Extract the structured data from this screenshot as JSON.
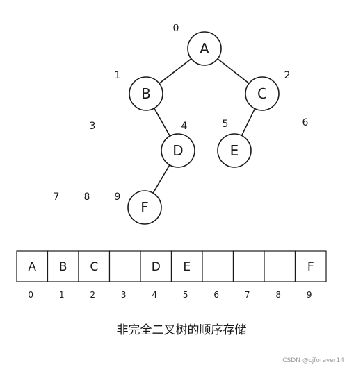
{
  "tree": {
    "nodes": [
      {
        "id": "A",
        "label": "A"
      },
      {
        "id": "B",
        "label": "B"
      },
      {
        "id": "C",
        "label": "C"
      },
      {
        "id": "D",
        "label": "D"
      },
      {
        "id": "E",
        "label": "E"
      },
      {
        "id": "F",
        "label": "F"
      }
    ],
    "edges": [
      {
        "from": "A",
        "to": "B"
      },
      {
        "from": "A",
        "to": "C"
      },
      {
        "from": "B",
        "to": "D"
      },
      {
        "from": "C",
        "to": "E"
      },
      {
        "from": "D",
        "to": "F"
      }
    ],
    "index_labels": [
      "0",
      "1",
      "2",
      "3",
      "4",
      "5",
      "6",
      "7",
      "8",
      "9"
    ]
  },
  "array": {
    "cells": [
      "A",
      "B",
      "C",
      "",
      "D",
      "E",
      "",
      "",
      "",
      "F"
    ],
    "indices": [
      "0",
      "1",
      "2",
      "3",
      "4",
      "5",
      "6",
      "7",
      "8",
      "9"
    ]
  },
  "caption": "非完全二叉树的顺序存储",
  "watermark": "CSDN @cjforever14"
}
